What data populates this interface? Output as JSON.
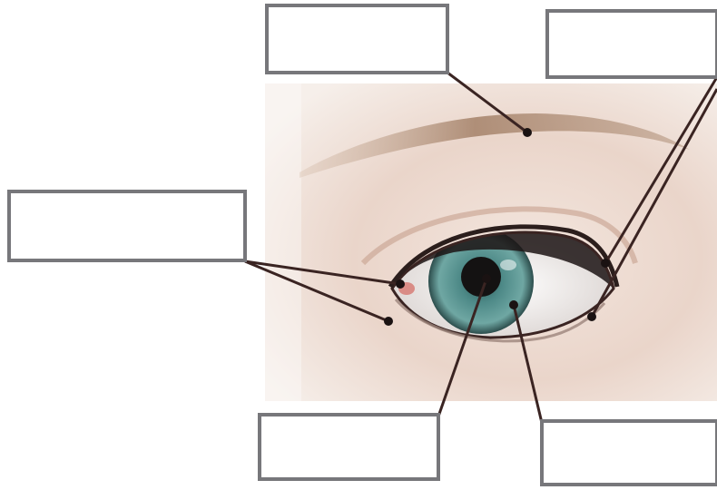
{
  "diagram": {
    "subject": "eye",
    "label_boxes": [
      {
        "id": "top-left",
        "text": ""
      },
      {
        "id": "top-right",
        "text": ""
      },
      {
        "id": "left",
        "text": ""
      },
      {
        "id": "bottom-left",
        "text": ""
      },
      {
        "id": "bottom-right",
        "text": ""
      }
    ]
  },
  "colors": {
    "box_border": "#77777b",
    "leader_line": "#3a2422",
    "iris": "#4f8c8a",
    "pupil": "#141212",
    "skin": "#e9d6cc"
  }
}
